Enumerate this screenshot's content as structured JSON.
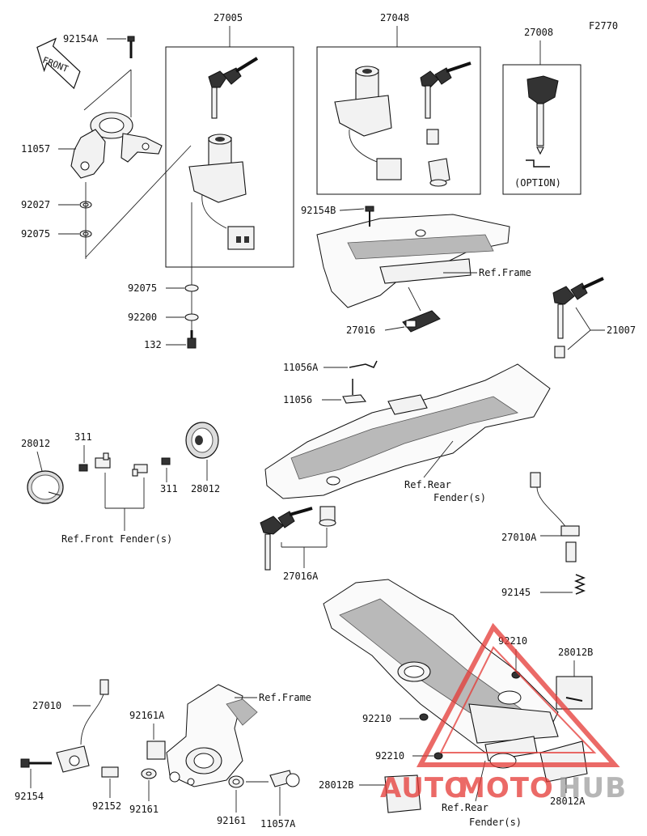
{
  "diagram": {
    "ref_code": "F2770",
    "front_arrow": "FRONT",
    "option_label": "(OPTION)",
    "labels": {
      "p92154A": "92154A",
      "p27005": "27005",
      "p27048": "27048",
      "p27008": "27008",
      "p11057": "11057",
      "p92027": "92027",
      "p92075a": "92075",
      "p92154B": "92154B",
      "ref_frame_1": "Ref.Frame",
      "p92075b": "92075",
      "p92200": "92200",
      "p132": "132",
      "p27016": "27016",
      "p21007": "21007",
      "p11056A": "11056A",
      "p11056": "11056",
      "p28012a": "28012",
      "p311a": "311",
      "p311b": "311",
      "p28012b": "28012",
      "ref_rear_fender_1a": "Ref.Rear",
      "ref_rear_fender_1b": "Fender(s)",
      "ref_front_fender": "Ref.Front Fender(s)",
      "p27010A": "27010A",
      "p27016A": "27016A",
      "p92145": "92145",
      "p92210a": "92210",
      "p28012B_top": "28012B",
      "p27010": "27010",
      "ref_frame_2": "Ref.Frame",
      "p92161A": "92161A",
      "p92210b": "92210",
      "p92210c": "92210",
      "p92154": "92154",
      "p92152": "92152",
      "p92161": "92161",
      "p92161b": "92161",
      "p11057A": "11057A",
      "p28012B_bot": "28012B",
      "ref_rear_fender_2a": "Ref.Rear",
      "ref_rear_fender_2b": "Fender(s)",
      "p28012A": "28012A"
    }
  },
  "watermark": {
    "text_a": "AUTO",
    "text_b": "MOTO",
    "text_c": "HUB",
    "color_red": "#e53935",
    "color_gray": "#9e9e9e"
  }
}
